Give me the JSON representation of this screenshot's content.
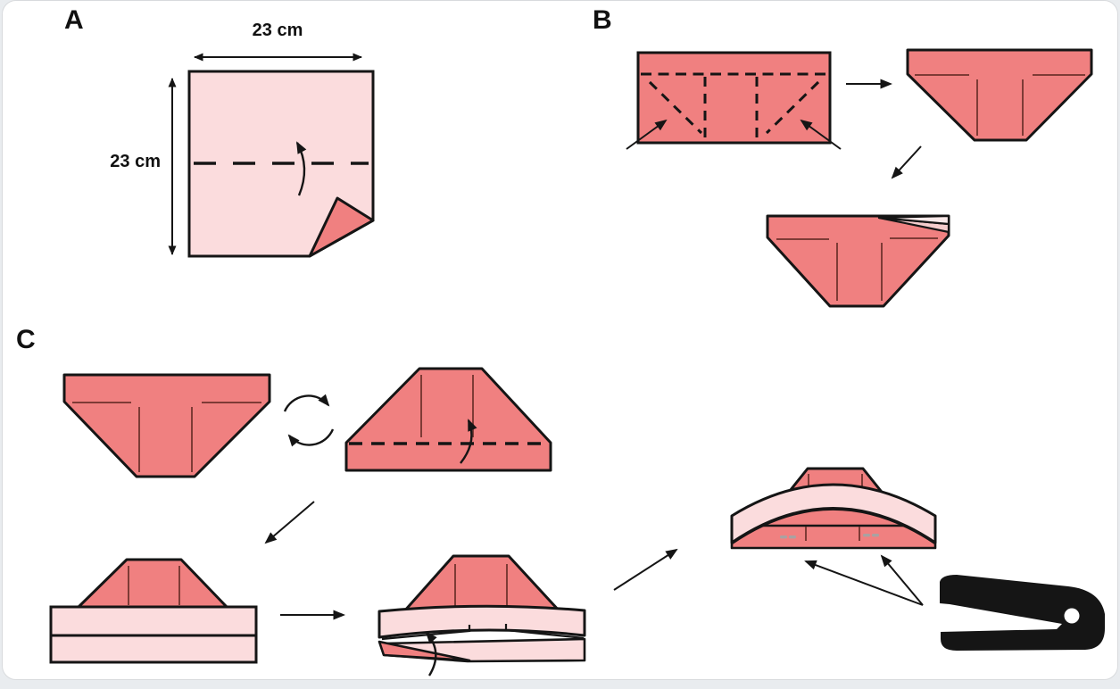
{
  "figure": {
    "colors": {
      "bg": "#e9ecef",
      "card": "#ffffff",
      "card_border": "#d8dadd",
      "outline": "#151515",
      "paper_front": "#fbdcdd",
      "paper_back": "#f08080",
      "paper_peel_top": "#fae9e9",
      "paper_peel_mid": "#f5cccc",
      "crease": "#6b2f2a",
      "staple": "#a9a2a2"
    },
    "icons": {
      "rotate": "rotate-clockwise-circular-arrows",
      "stapler": "stapler-silhouette",
      "fold_arrow": "curved-fold-arrow",
      "step_arrow": "straight-arrow",
      "dimension_arrow": "double-headed-arrow",
      "staple_marks": "two-gray-staple-dashes"
    },
    "panels": {
      "a": {
        "label": "A",
        "width_label": "23 cm",
        "height_label": "23 cm"
      },
      "b": {
        "label": "B"
      },
      "c": {
        "label": "C"
      }
    }
  }
}
